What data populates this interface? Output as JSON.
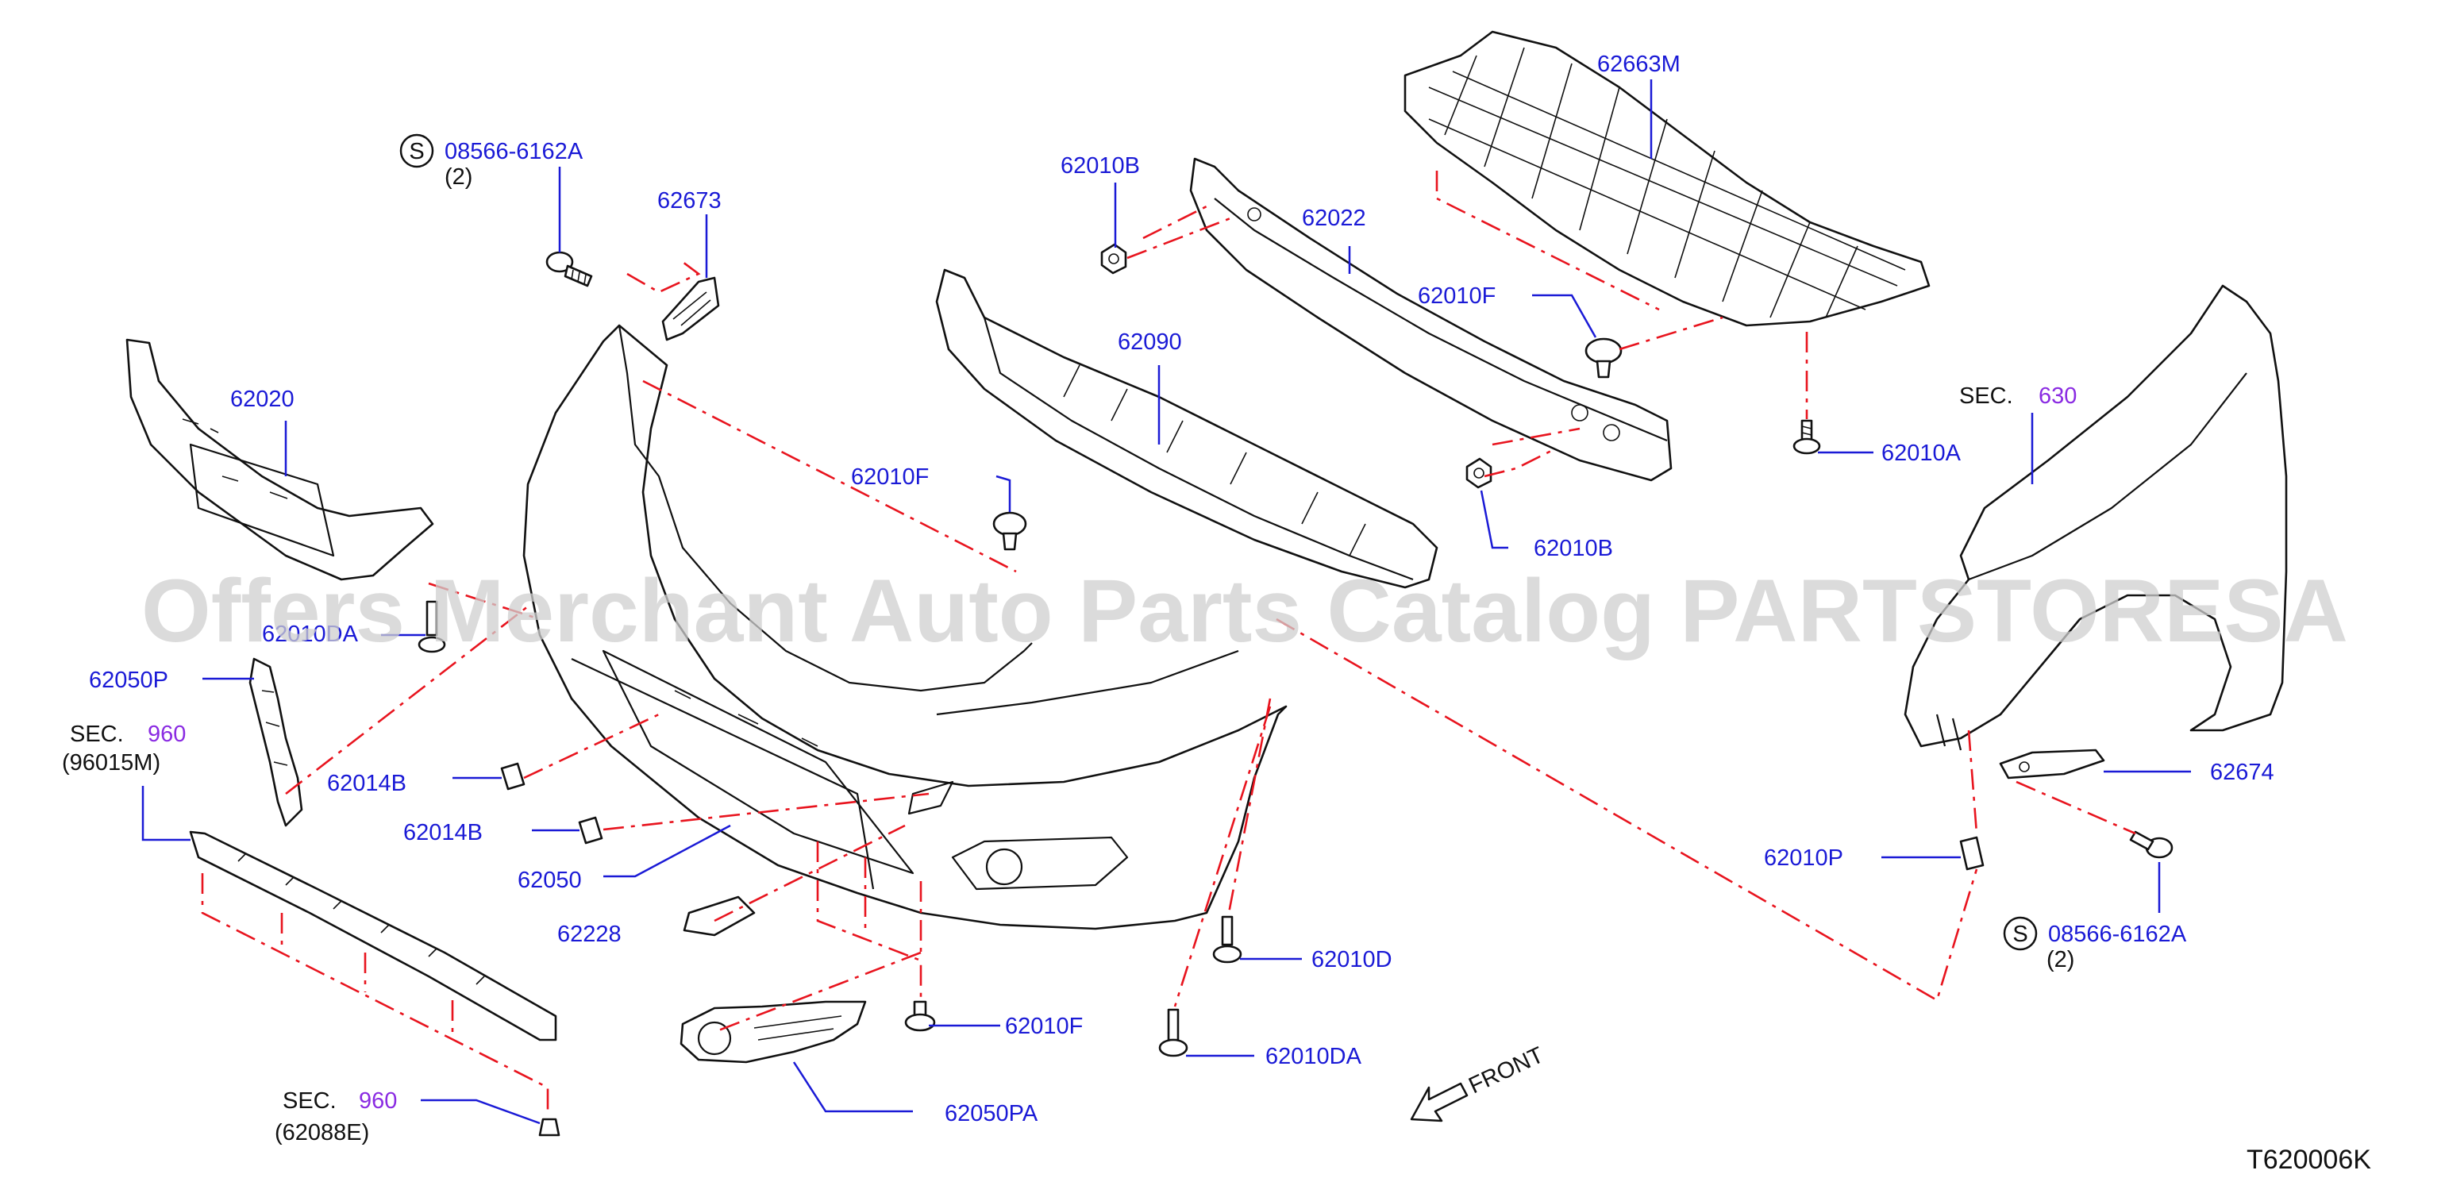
{
  "watermark": "Offers Merchant Auto Parts Catalog PARTSTORESA",
  "figure_ref": "T620006K",
  "front_label": "FRONT",
  "labels": {
    "l_08566_top": "08566-6162A",
    "l_08566_top_qty": "(2)",
    "l_62673": "62673",
    "l_62020": "62020",
    "l_62010da_left": "62010DA",
    "l_62050p": "62050P",
    "l_sec960_top_a": "SEC.",
    "l_sec960_top_b": "960",
    "l_96015m": "(96015M)",
    "l_62014b_a": "62014B",
    "l_62014b_b": "62014B",
    "l_62050": "62050",
    "l_62228": "62228",
    "l_sec960_bot_a": "SEC.",
    "l_sec960_bot_b": "960",
    "l_62088e": "(62088E)",
    "l_62050pa": "62050PA",
    "l_62010f_bot": "62010F",
    "l_62010f_mid": "62010F",
    "l_62010b_top": "62010B",
    "l_62022": "62022",
    "l_62090": "62090",
    "l_62663m": "62663M",
    "l_62010f_top": "62010F",
    "l_62010a": "62010A",
    "l_62010b_right": "62010B",
    "l_62010d": "62010D",
    "l_62010da_bot": "62010DA",
    "l_sec630_a": "SEC.",
    "l_sec630_b": "630",
    "l_62674": "62674",
    "l_62010p": "62010P",
    "l_08566_right": "08566-6162A",
    "l_08566_right_qty": "(2)",
    "s_symbol": "S"
  }
}
